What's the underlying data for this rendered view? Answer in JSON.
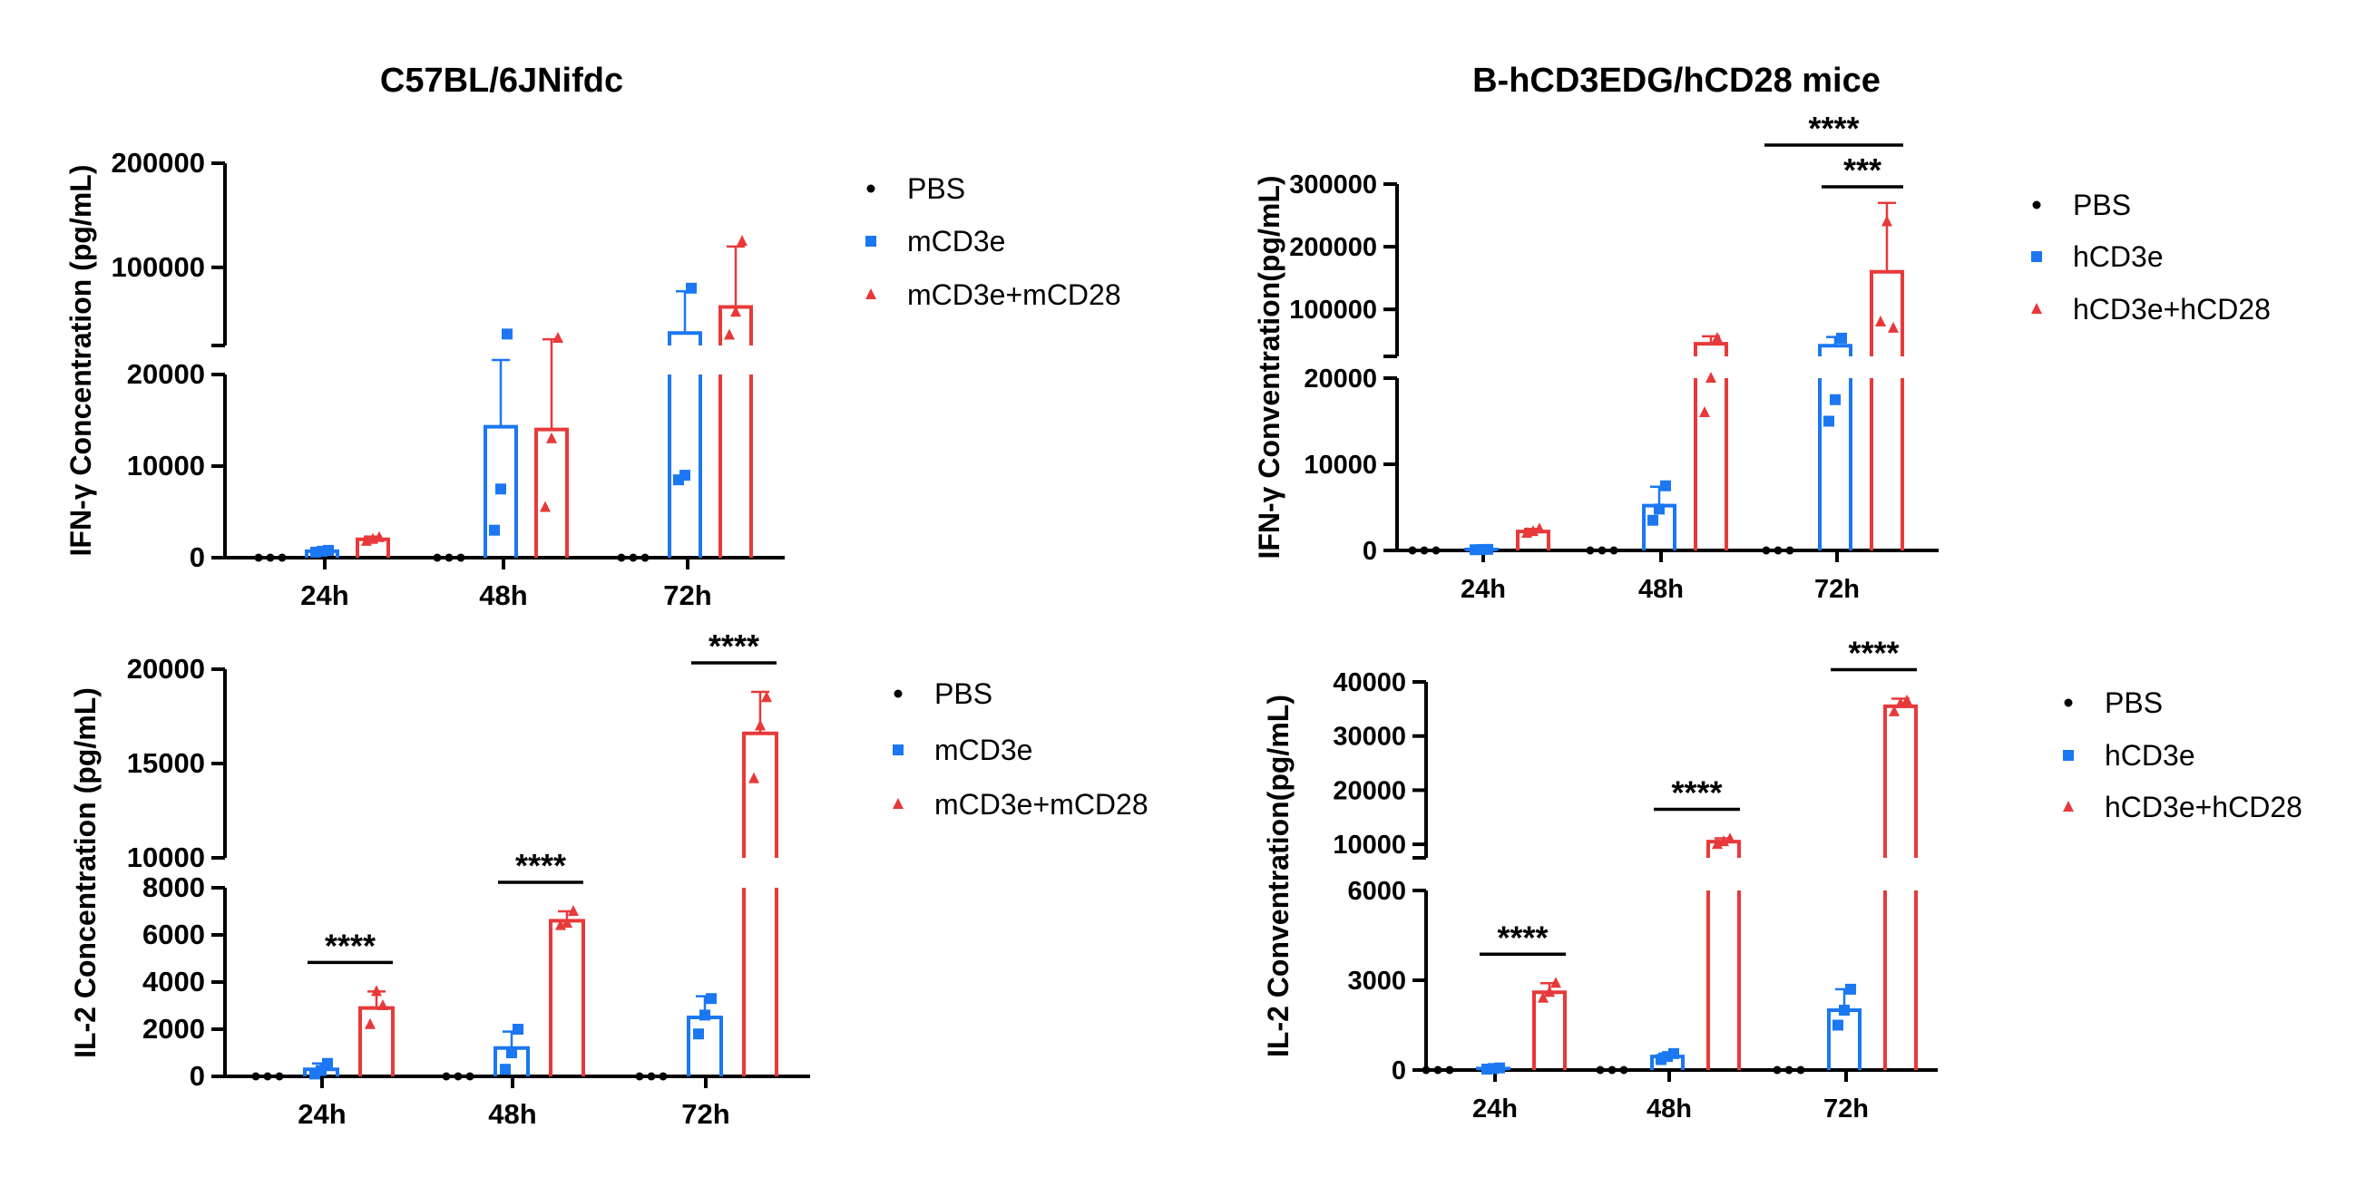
{
  "titles": {
    "left": "C57BL/6JNifdc",
    "right": "B-hCD3EDG/hCD28 mice"
  },
  "chart_data": [
    {
      "type": "bar",
      "ylabel": "IFN-γ Concentration (pg/mL)",
      "categories": [
        "24h",
        "48h",
        "72h"
      ],
      "y_lower": {
        "range": [
          0,
          20000
        ],
        "ticks": [
          0,
          10000,
          20000
        ],
        "tick_labels": [
          "0",
          "10000",
          "20000"
        ]
      },
      "y_upper": {
        "range": [
          25000,
          200000
        ],
        "ticks": [
          100000,
          200000
        ],
        "tick_labels": [
          "100000",
          "200000"
        ]
      },
      "legend_position": "right",
      "series": [
        {
          "name": "PBS",
          "color": "#000000",
          "marker": "circle",
          "values": [
            0,
            0,
            0
          ],
          "errors": [
            0,
            0,
            0
          ],
          "points": [
            [
              0,
              0,
              0
            ],
            [
              0,
              0,
              0
            ],
            [
              0,
              0,
              0
            ]
          ]
        },
        {
          "name": "mCD3e",
          "color": "#1b77f2",
          "marker": "square",
          "values": [
            700,
            14300,
            37000
          ],
          "errors": [
            200,
            10000,
            40000
          ],
          "points": [
            [
              600,
              700,
              800
            ],
            [
              3000,
              7500,
              36000
            ],
            [
              8500,
              9000,
              80000
            ]
          ]
        },
        {
          "name": "mCD3e+mCD28",
          "color": "#e8393a",
          "marker": "triangle",
          "values": [
            2000,
            14000,
            62000
          ],
          "errors": [
            300,
            17000,
            58000
          ],
          "points": [
            [
              1800,
              2000,
              2200
            ],
            [
              5500,
              13000,
              32000
            ],
            [
              35000,
              57000,
              125000
            ]
          ]
        }
      ],
      "significance": []
    },
    {
      "type": "bar",
      "ylabel": "IFN-γ Conventration(pg/mL)",
      "categories": [
        "24h",
        "48h",
        "72h"
      ],
      "y_lower": {
        "range": [
          0,
          20000
        ],
        "ticks": [
          0,
          10000,
          20000
        ],
        "tick_labels": [
          "0",
          "10000",
          "20000"
        ]
      },
      "y_upper": {
        "range": [
          25000,
          300000
        ],
        "ticks": [
          100000,
          200000,
          300000
        ],
        "tick_labels": [
          "100000",
          "200000",
          "300000"
        ]
      },
      "legend_position": "right",
      "series": [
        {
          "name": "PBS",
          "color": "#000000",
          "marker": "circle",
          "values": [
            0,
            0,
            0
          ],
          "errors": [
            0,
            0,
            0
          ],
          "points": [
            [
              0,
              0,
              0
            ],
            [
              0,
              0,
              0
            ],
            [
              0,
              0,
              0
            ]
          ]
        },
        {
          "name": "hCD3e",
          "color": "#1b77f2",
          "marker": "square",
          "values": [
            100,
            5200,
            42000
          ],
          "errors": [
            50,
            2200,
            14000
          ],
          "points": [
            [
              80,
              100,
              120
            ],
            [
              3500,
              4800,
              7500
            ],
            [
              15000,
              17500,
              54000
            ]
          ]
        },
        {
          "name": "hCD3e+hCD28",
          "color": "#e8393a",
          "marker": "triangle",
          "values": [
            2200,
            45000,
            160000
          ],
          "errors": [
            300,
            12000,
            110000
          ],
          "points": [
            [
              2000,
              2200,
              2500
            ],
            [
              16000,
              20000,
              54000
            ],
            [
              80000,
              240000,
              70000
            ]
          ]
        }
      ],
      "significance": [
        {
          "category": 2,
          "from": 0,
          "to": 2,
          "label": "****"
        },
        {
          "category": 2,
          "from": 1,
          "to": 2,
          "label": "***"
        }
      ]
    },
    {
      "type": "bar",
      "ylabel": "IL-2 Concentration (pg/mL)",
      "categories": [
        "24h",
        "48h",
        "72h"
      ],
      "y_lower": {
        "range": [
          0,
          8000
        ],
        "ticks": [
          0,
          2000,
          4000,
          6000,
          8000
        ],
        "tick_labels": [
          "0",
          "2000",
          "4000",
          "6000",
          "8000"
        ]
      },
      "y_upper": {
        "range": [
          10000,
          20000
        ],
        "ticks": [
          10000,
          15000,
          20000
        ],
        "tick_labels": [
          "10000",
          "15000",
          "20000"
        ]
      },
      "legend_position": "right",
      "series": [
        {
          "name": "PBS",
          "color": "#000000",
          "marker": "circle",
          "values": [
            0,
            0,
            0
          ],
          "errors": [
            0,
            0,
            0
          ],
          "points": [
            [
              0,
              0,
              0
            ],
            [
              0,
              0,
              0
            ],
            [
              0,
              0,
              0
            ]
          ]
        },
        {
          "name": "mCD3e",
          "color": "#1b77f2",
          "marker": "square",
          "values": [
            300,
            1200,
            2500
          ],
          "errors": [
            250,
            700,
            900
          ],
          "points": [
            [
              100,
              250,
              550
            ],
            [
              300,
              1000,
              2000
            ],
            [
              1800,
              2600,
              3300
            ]
          ]
        },
        {
          "name": "mCD3e+mCD28",
          "color": "#e8393a",
          "marker": "triangle",
          "values": [
            2900,
            6600,
            16600
          ],
          "errors": [
            700,
            400,
            2200
          ],
          "points": [
            [
              2200,
              3600,
              3000
            ],
            [
              6400,
              6500,
              7000
            ],
            [
              14200,
              17000,
              18500
            ]
          ]
        }
      ],
      "significance": [
        {
          "category": 0,
          "from": 1,
          "to": 2,
          "label": "****"
        },
        {
          "category": 1,
          "from": 1,
          "to": 2,
          "label": "****"
        },
        {
          "category": 2,
          "from": 1,
          "to": 2,
          "label": "****"
        }
      ]
    },
    {
      "type": "bar",
      "ylabel": "IL-2 Conventration(pg/mL)",
      "categories": [
        "24h",
        "48h",
        "72h"
      ],
      "y_lower": {
        "range": [
          0,
          6000
        ],
        "ticks": [
          0,
          3000,
          6000
        ],
        "tick_labels": [
          "0",
          "3000",
          "6000"
        ]
      },
      "y_upper": {
        "range": [
          7500,
          40000
        ],
        "ticks": [
          10000,
          20000,
          30000,
          40000
        ],
        "tick_labels": [
          "10000",
          "20000",
          "30000",
          "40000"
        ]
      },
      "legend_position": "right",
      "series": [
        {
          "name": "PBS",
          "color": "#000000",
          "marker": "circle",
          "values": [
            0,
            0,
            0
          ],
          "errors": [
            0,
            0,
            0
          ],
          "points": [
            [
              0,
              0,
              0
            ],
            [
              0,
              0,
              0
            ],
            [
              0,
              0,
              0
            ]
          ]
        },
        {
          "name": "hCD3e",
          "color": "#1b77f2",
          "marker": "square",
          "values": [
            50,
            450,
            2000
          ],
          "errors": [
            20,
            100,
            700
          ],
          "points": [
            [
              30,
              50,
              70
            ],
            [
              350,
              450,
              550
            ],
            [
              1500,
              2000,
              2700
            ]
          ]
        },
        {
          "name": "hCD3e+hCD28",
          "color": "#e8393a",
          "marker": "triangle",
          "values": [
            2600,
            10500,
            35500
          ],
          "errors": [
            300,
            600,
            1400
          ],
          "points": [
            [
              2400,
              2600,
              2900
            ],
            [
              10000,
              10500,
              11000
            ],
            [
              34500,
              36000,
              36500
            ]
          ]
        }
      ],
      "significance": [
        {
          "category": 0,
          "from": 1,
          "to": 2,
          "label": "****"
        },
        {
          "category": 1,
          "from": 1,
          "to": 2,
          "label": "****"
        },
        {
          "category": 2,
          "from": 1,
          "to": 2,
          "label": "****"
        }
      ]
    }
  ]
}
